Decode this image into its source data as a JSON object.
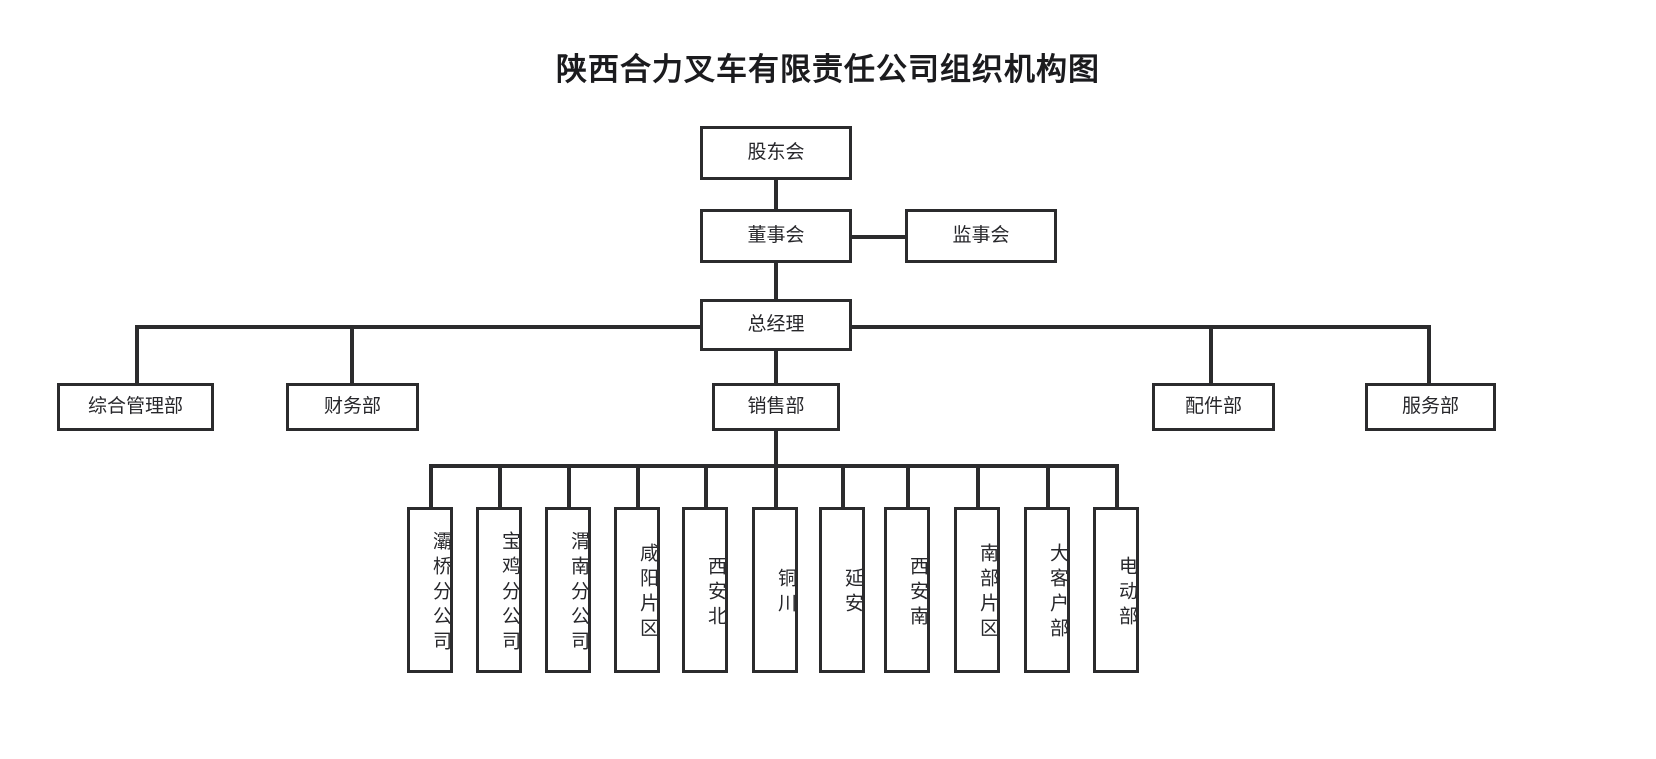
{
  "title": "陕西合力叉车有限责任公司组织机构图",
  "colors": {
    "line": "#2b2b2d",
    "box_border": "#2b2b2d",
    "box_fill": "#ffffff",
    "text": "#27272b",
    "title_text": "#1b1b1e",
    "background": "#ffffff"
  },
  "chart_data": {
    "type": "diagram",
    "diagram_type": "organization-chart",
    "title": "陕西合力叉车有限责任公司组织机构图",
    "orientation": "top-down",
    "levels": 4,
    "nodes": [
      {
        "id": "shareholders",
        "label": "股东会",
        "level": 0,
        "text_direction": "horizontal"
      },
      {
        "id": "board",
        "label": "董事会",
        "level": 1,
        "text_direction": "horizontal"
      },
      {
        "id": "supervisors",
        "label": "监事会",
        "level": 1,
        "text_direction": "horizontal"
      },
      {
        "id": "gm",
        "label": "总经理",
        "level": 2,
        "text_direction": "horizontal"
      },
      {
        "id": "admin",
        "label": "综合管理部",
        "level": 3,
        "text_direction": "horizontal"
      },
      {
        "id": "finance",
        "label": "财务部",
        "level": 3,
        "text_direction": "horizontal"
      },
      {
        "id": "sales",
        "label": "销售部",
        "level": 3,
        "text_direction": "horizontal"
      },
      {
        "id": "parts",
        "label": "配件部",
        "level": 3,
        "text_direction": "horizontal"
      },
      {
        "id": "service",
        "label": "服务部",
        "level": 3,
        "text_direction": "horizontal"
      },
      {
        "id": "baqiao",
        "label": "灞桥分公司",
        "level": 4,
        "text_direction": "vertical"
      },
      {
        "id": "baoji",
        "label": "宝鸡分公司",
        "level": 4,
        "text_direction": "vertical"
      },
      {
        "id": "weinan",
        "label": "渭南分公司",
        "level": 4,
        "text_direction": "vertical"
      },
      {
        "id": "xianyang",
        "label": "咸阳片区",
        "level": 4,
        "text_direction": "vertical"
      },
      {
        "id": "xianbei",
        "label": "西安北",
        "level": 4,
        "text_direction": "vertical"
      },
      {
        "id": "tongchuan",
        "label": "铜川",
        "level": 4,
        "text_direction": "vertical"
      },
      {
        "id": "yanan",
        "label": "延安",
        "level": 4,
        "text_direction": "vertical"
      },
      {
        "id": "xiannan",
        "label": "西安南",
        "level": 4,
        "text_direction": "vertical"
      },
      {
        "id": "nanbu",
        "label": "南部片区",
        "level": 4,
        "text_direction": "vertical"
      },
      {
        "id": "keyaccount",
        "label": "大客户部",
        "level": 4,
        "text_direction": "vertical"
      },
      {
        "id": "electric",
        "label": "电动部",
        "level": 4,
        "text_direction": "vertical"
      }
    ],
    "edges": [
      {
        "from": "shareholders",
        "to": "board"
      },
      {
        "from": "board",
        "to": "supervisors"
      },
      {
        "from": "board",
        "to": "gm"
      },
      {
        "from": "gm",
        "to": "admin"
      },
      {
        "from": "gm",
        "to": "finance"
      },
      {
        "from": "gm",
        "to": "sales"
      },
      {
        "from": "gm",
        "to": "parts"
      },
      {
        "from": "gm",
        "to": "service"
      },
      {
        "from": "sales",
        "to": "baqiao"
      },
      {
        "from": "sales",
        "to": "baoji"
      },
      {
        "from": "sales",
        "to": "weinan"
      },
      {
        "from": "sales",
        "to": "xianyang"
      },
      {
        "from": "sales",
        "to": "xianbei"
      },
      {
        "from": "sales",
        "to": "tongchuan"
      },
      {
        "from": "sales",
        "to": "yanan"
      },
      {
        "from": "sales",
        "to": "xiannan"
      },
      {
        "from": "sales",
        "to": "nanbu"
      },
      {
        "from": "sales",
        "to": "keyaccount"
      },
      {
        "from": "sales",
        "to": "electric"
      }
    ]
  },
  "top": {
    "shareholders": "股东会",
    "board": "董事会",
    "supervisors": "监事会",
    "gm": "总经理"
  },
  "departments": [
    {
      "label": "综合管理部"
    },
    {
      "label": "财务部"
    },
    {
      "label": "销售部"
    },
    {
      "label": "配件部"
    },
    {
      "label": "服务部"
    }
  ],
  "sales_units": [
    {
      "label": "灞桥分公司"
    },
    {
      "label": "宝鸡分公司"
    },
    {
      "label": "渭南分公司"
    },
    {
      "label": "咸阳片区"
    },
    {
      "label": "西安北"
    },
    {
      "label": "铜川"
    },
    {
      "label": "延安"
    },
    {
      "label": "西安南"
    },
    {
      "label": "南部片区"
    },
    {
      "label": "大客户部"
    },
    {
      "label": "电动部"
    }
  ]
}
